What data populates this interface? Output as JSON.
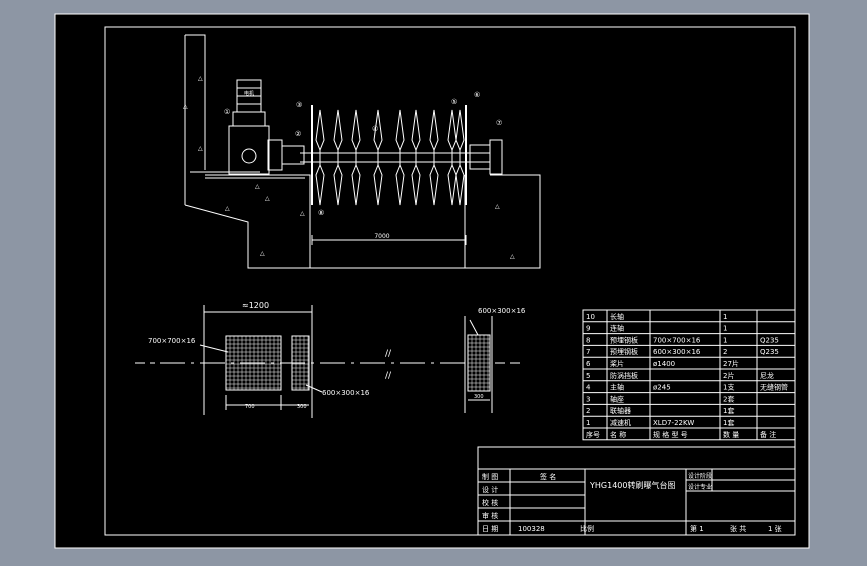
{
  "elevation": {
    "dimension_length": "7000",
    "callouts": [
      "①",
      "②",
      "③",
      "④",
      "⑤",
      "⑥",
      "⑦",
      "⑧"
    ],
    "motor_label": "电机"
  },
  "plan": {
    "dim_total": "≈1200",
    "plate_large_label": "700×700×16",
    "plate_small_label": "600×300×16",
    "plate_small_label_right": "600×300×16",
    "dim_700": "700",
    "dim_300a": "300",
    "dim_300b": "300",
    "break_mark": "//"
  },
  "parts_list": {
    "rows": [
      {
        "no": "10",
        "name": "长轴",
        "spec": "",
        "qty": "1",
        "material": ""
      },
      {
        "no": "9",
        "name": "连轴",
        "spec": "",
        "qty": "1",
        "material": ""
      },
      {
        "no": "8",
        "name": "预埋钢板",
        "spec": "700×700×16",
        "qty": "1",
        "material": "Q235"
      },
      {
        "no": "7",
        "name": "预埋钢板",
        "spec": "600×300×16",
        "qty": "2",
        "material": "Q235"
      },
      {
        "no": "6",
        "name": "桨片",
        "spec": "ø1400",
        "qty": "27片",
        "material": ""
      },
      {
        "no": "5",
        "name": "防涡挡板",
        "spec": "",
        "qty": "2片",
        "material": "尼龙"
      },
      {
        "no": "4",
        "name": "主轴",
        "spec": "ø245",
        "qty": "1支",
        "material": "无缝钢管"
      },
      {
        "no": "3",
        "name": "轴座",
        "spec": "",
        "qty": "2套",
        "material": ""
      },
      {
        "no": "2",
        "name": "联轴器",
        "spec": "",
        "qty": "1套",
        "material": ""
      },
      {
        "no": "1",
        "name": "减速机",
        "spec": "XLD7-22KW",
        "qty": "1套",
        "material": ""
      }
    ],
    "header": {
      "no": "序号",
      "name": "名  称",
      "spec": "规 格 型 号",
      "qty": "数 量",
      "material": "备 注"
    }
  },
  "title_block": {
    "title": "YHG1400转刷曝气台图",
    "left_rows": [
      "制  图",
      "设  计",
      "校  核",
      "审  核",
      "日  期"
    ],
    "date_value": "100328",
    "sign_label": "签  名",
    "proportion_label": "比例",
    "right_rows": [
      "设计阶段",
      "设计专业"
    ],
    "sheet_label_1": "第 1",
    "sheet_label_2": "张 共",
    "sheet_label_3": "1 张"
  },
  "colors": {
    "background": "#8d96a4",
    "paper": "#000000",
    "line": "#ffffff"
  }
}
